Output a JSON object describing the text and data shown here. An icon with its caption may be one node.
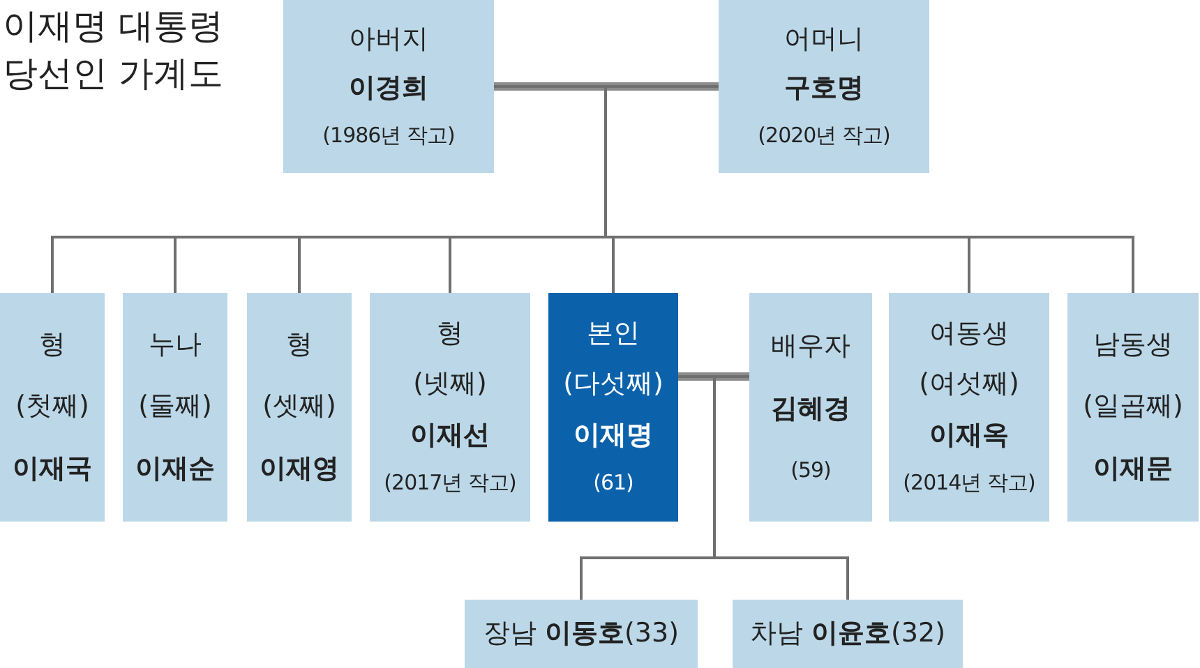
{
  "diagram": {
    "title": "이재명 대통령 당선인 가계도",
    "nodes": [
      {
        "text": [
          "아버지",
          "이경희",
          "(1986년 작고)"
        ]
      },
      {
        "text": [
          "어머니",
          "구호명",
          "(2020년 작고)"
        ]
      },
      {
        "text": [
          "형",
          "(첫째)",
          "이재국"
        ]
      },
      {
        "text": [
          "누나",
          "(둘째)",
          "이재순"
        ]
      },
      {
        "text": [
          "형",
          "(셋째)",
          "이재영"
        ]
      },
      {
        "text": [
          "형",
          "(넷째)",
          "이재선",
          "(2017년 작고)"
        ]
      },
      {
        "text": [
          "본인",
          "(다섯째)",
          "이재명",
          "(61)"
        ]
      },
      {
        "text": [
          "배우자",
          "김혜경",
          "(59)"
        ]
      },
      {
        "text": [
          "여동생",
          "(여섯째)",
          "이재옥",
          "(2014년 작고)"
        ]
      },
      {
        "text": [
          "남동생",
          "(일곱째)",
          "이재문"
        ]
      },
      {
        "text": [
          "장남 **이동호**(33)"
        ]
      },
      {
        "text": [
          "차남 **이윤호**(32)"
        ]
      }
    ],
    "edges": [
      {
        "from": 0,
        "to": 1,
        "arrow": "none",
        "style": "thick"
      },
      {
        "from": 0,
        "to": 2,
        "arrow": "none"
      },
      {
        "from": 0,
        "to": 3,
        "arrow": "none"
      },
      {
        "from": 0,
        "to": 4,
        "arrow": "none"
      },
      {
        "from": 0,
        "to": 5,
        "arrow": "none"
      },
      {
        "from": 0,
        "to": 6,
        "arrow": "none"
      },
      {
        "from": 0,
        "to": 8,
        "arrow": "none"
      },
      {
        "from": 0,
        "to": 9,
        "arrow": "none"
      },
      {
        "from": 1,
        "to": 2,
        "arrow": "none"
      },
      {
        "from": 1,
        "to": 3,
        "arrow": "none"
      },
      {
        "from": 1,
        "to": 4,
        "arrow": "none"
      },
      {
        "from": 1,
        "to": 5,
        "arrow": "none"
      },
      {
        "from": 1,
        "to": 6,
        "arrow": "none"
      },
      {
        "from": 1,
        "to": 8,
        "arrow": "none"
      },
      {
        "from": 1,
        "to": 9,
        "arrow": "none"
      },
      {
        "from": 6,
        "to": 7,
        "arrow": "none",
        "style": "thick"
      },
      {
        "from": 6,
        "to": 10,
        "arrow": "none"
      },
      {
        "from": 6,
        "to": 11,
        "arrow": "none"
      },
      {
        "from": 7,
        "to": 10,
        "arrow": "none"
      },
      {
        "from": 7,
        "to": 11,
        "arrow": "none"
      }
    ]
  }
}
